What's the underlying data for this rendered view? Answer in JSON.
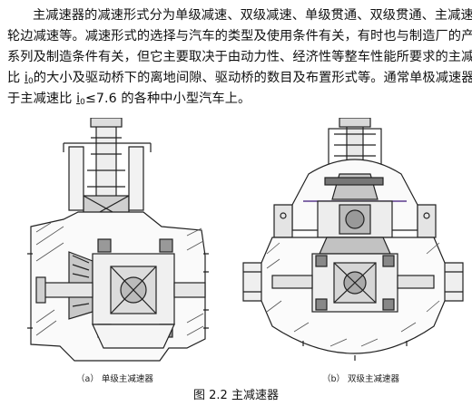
{
  "paragraph": {
    "line1": "主减速器的减速形式分为单级减速、双级减速、单级贯通、双级贯通、主减速及",
    "line2": "轮边减速等。减速形式的选择与汽车的类型及使用条件有关，有时也与制造厂的产品",
    "line3": "系列及制造条件有关，但它主要取决于由动力性、经济性等整车性能所要求的主减速",
    "line4_a": "比 ",
    "line4_i": "i",
    "line4_sub": "0",
    "line4_b": "的大小及驱动桥下的离地间隙、驱动桥的数目及布置形式等。通常单极减速器用",
    "line5_a": "于主减速比 ",
    "line5_i": "i",
    "line5_sub": "0",
    "line5_b": "≤7.6 的各种中小型汽车上。"
  },
  "figures": {
    "a_caption": "（a）  单级主减速器",
    "b_caption": "（b）  双级主减速器",
    "main_caption": "图 2.2 主减速器"
  }
}
